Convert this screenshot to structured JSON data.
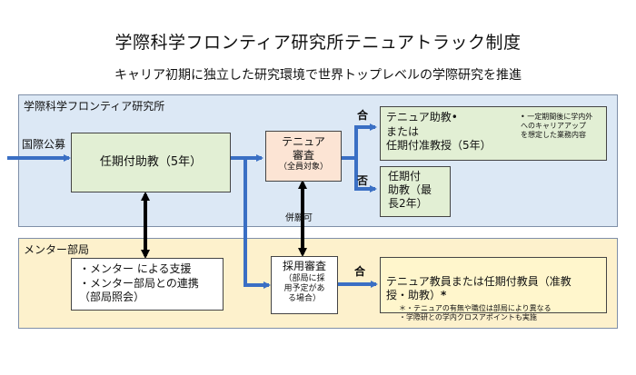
{
  "header": {
    "title": "学際科学フロンティア研究所テニュアトラック制度",
    "subtitle": "キャリア初期に独立した研究環境で世界トップレベルの学際研究を推進"
  },
  "regions": {
    "top_label": "学際科学フロンティア研究所",
    "bottom_label": "メンター部局"
  },
  "labels": {
    "intl_recruit": "国際公募",
    "pass_top": "合",
    "fail": "否",
    "concurrent": "併願可",
    "pass_bottom": "合"
  },
  "boxes": {
    "assistant_prof": "任期付助教（5年）",
    "review_title": "テニュア\n審査",
    "review_note": "（全員対象）",
    "tenure_result": "テニュア助教•\nまたは\n任期付准教授（5年）",
    "tenure_note": "• 一定期間後に学内外\nへのキャリアアップ\nを想定した業務内容",
    "fail_result": "任期付\n助教（最\n長2年）",
    "mentor_support": "・メンター による支援\n・メンター部局との連携\n（部局照会）",
    "hiring_title": "採用審査",
    "hiring_note": "（部局に採\n用予定があ\nる場合）",
    "faculty_result": "テニュア教員または任期付教員（准教\n授・助教）",
    "faculty_star": "*",
    "faculty_note": "＊・テニュアの有無や職位は部局により異なる\n・学際研との学内クロスアポイントも実施"
  },
  "colors": {
    "blue_region": "#dce8f5",
    "yellow_region": "#fdf1cc",
    "arrow_blue": "#3a6fc4",
    "green_box": "#e2efd4",
    "peach_box": "#fce4d4"
  }
}
